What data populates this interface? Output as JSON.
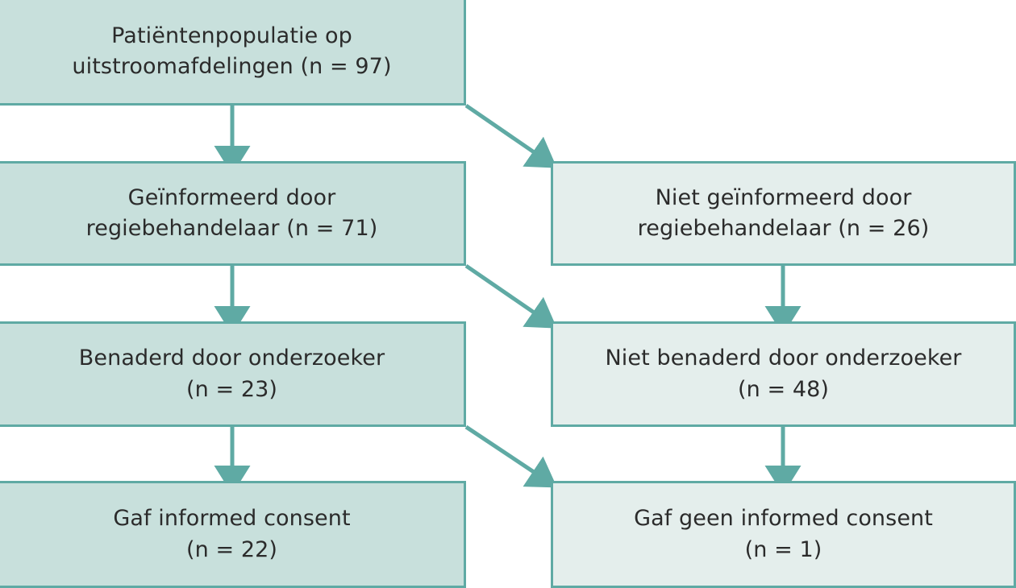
{
  "chart_data": {
    "type": "diagram",
    "title": "Patient inclusion flowchart",
    "language": "nl",
    "colors": {
      "node_fill_primary": "#c8e0dc",
      "node_fill_secondary": "#e4eeec",
      "node_border": "#5faaa4",
      "connector": "#5faaa4",
      "text": "#2b2b2b",
      "background": "#ffffff"
    },
    "nodes": [
      {
        "id": "r1c1",
        "column": "left",
        "row": 1,
        "count": 97,
        "lines": [
          "Patiëntenpopulatie op",
          "uitstroomafdelingen (n = 97)"
        ]
      },
      {
        "id": "r2c1",
        "column": "left",
        "row": 2,
        "count": 71,
        "lines": [
          "Geïnformeerd door",
          "regiebehandelaar (n = 71)"
        ]
      },
      {
        "id": "r2c2",
        "column": "right",
        "row": 2,
        "count": 26,
        "lines": [
          "Niet geïnformeerd door",
          "regiebehandelaar (n = 26)"
        ]
      },
      {
        "id": "r3c1",
        "column": "left",
        "row": 3,
        "count": 23,
        "lines": [
          "Benaderd door onderzoeker",
          "(n = 23)"
        ]
      },
      {
        "id": "r3c2",
        "column": "right",
        "row": 3,
        "count": 48,
        "lines": [
          "Niet benaderd door onderzoeker",
          "(n = 48)"
        ]
      },
      {
        "id": "r4c1",
        "column": "left",
        "row": 4,
        "count": 22,
        "lines": [
          "Gaf informed consent",
          "(n = 22)"
        ]
      },
      {
        "id": "r4c2",
        "column": "right",
        "row": 4,
        "count": 1,
        "lines": [
          "Gaf geen informed consent",
          "(n = 1)"
        ]
      }
    ],
    "edges": [
      {
        "from": "r1c1",
        "to": "r2c1",
        "kind": "vertical-arrow"
      },
      {
        "from": "r1c1",
        "to": "r2c2",
        "kind": "diagonal-arrow"
      },
      {
        "from": "r2c1",
        "to": "r3c1",
        "kind": "vertical-arrow"
      },
      {
        "from": "r2c1",
        "to": "r3c2",
        "kind": "diagonal-arrow"
      },
      {
        "from": "r2c2",
        "to": "r3c2",
        "kind": "vertical-arrow"
      },
      {
        "from": "r3c1",
        "to": "r4c1",
        "kind": "vertical-arrow"
      },
      {
        "from": "r3c1",
        "to": "r4c2",
        "kind": "diagonal-arrow"
      },
      {
        "from": "r3c2",
        "to": "r4c2",
        "kind": "vertical-arrow"
      }
    ]
  },
  "nodes": {
    "r1c1": {
      "line1": "Patiëntenpopulatie op",
      "line2": "uitstroomafdelingen (n = 97)"
    },
    "r2c1": {
      "line1": "Geïnformeerd door",
      "line2": "regiebehandelaar (n = 71)"
    },
    "r2c2": {
      "line1": "Niet geïnformeerd door",
      "line2": "regiebehandelaar (n = 26)"
    },
    "r3c1": {
      "line1": "Benaderd door onderzoeker",
      "line2": "(n = 23)"
    },
    "r3c2": {
      "line1": "Niet benaderd door onderzoeker",
      "line2": "(n = 48)"
    },
    "r4c1": {
      "line1": "Gaf informed consent",
      "line2": "(n = 22)"
    },
    "r4c2": {
      "line1": "Gaf geen informed consent",
      "line2": "(n = 1)"
    }
  }
}
